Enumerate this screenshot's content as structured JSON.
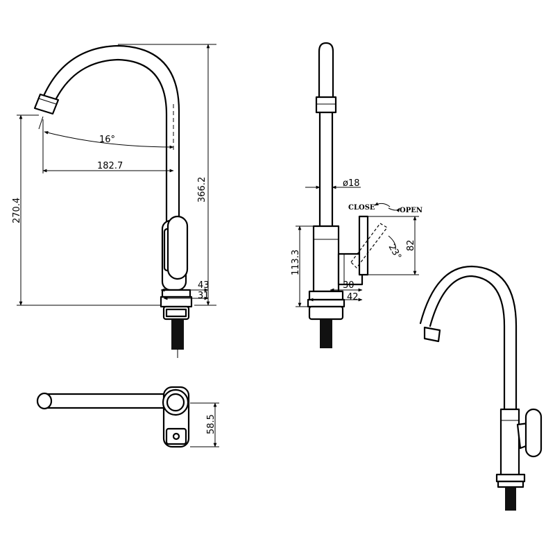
{
  "dimensions": {
    "angle_16": "16°",
    "reach": "182.7",
    "total_height": "366.2",
    "spout_height": "270.4",
    "d43": "43",
    "d31": "31",
    "pipe_dia": "ø18",
    "close_label": "CLOSE",
    "open_label": "OPEN",
    "angle_23": "23°",
    "d82": "82",
    "d113": "113.3",
    "d30": "30",
    "d42": "42",
    "d58": "58.5"
  }
}
